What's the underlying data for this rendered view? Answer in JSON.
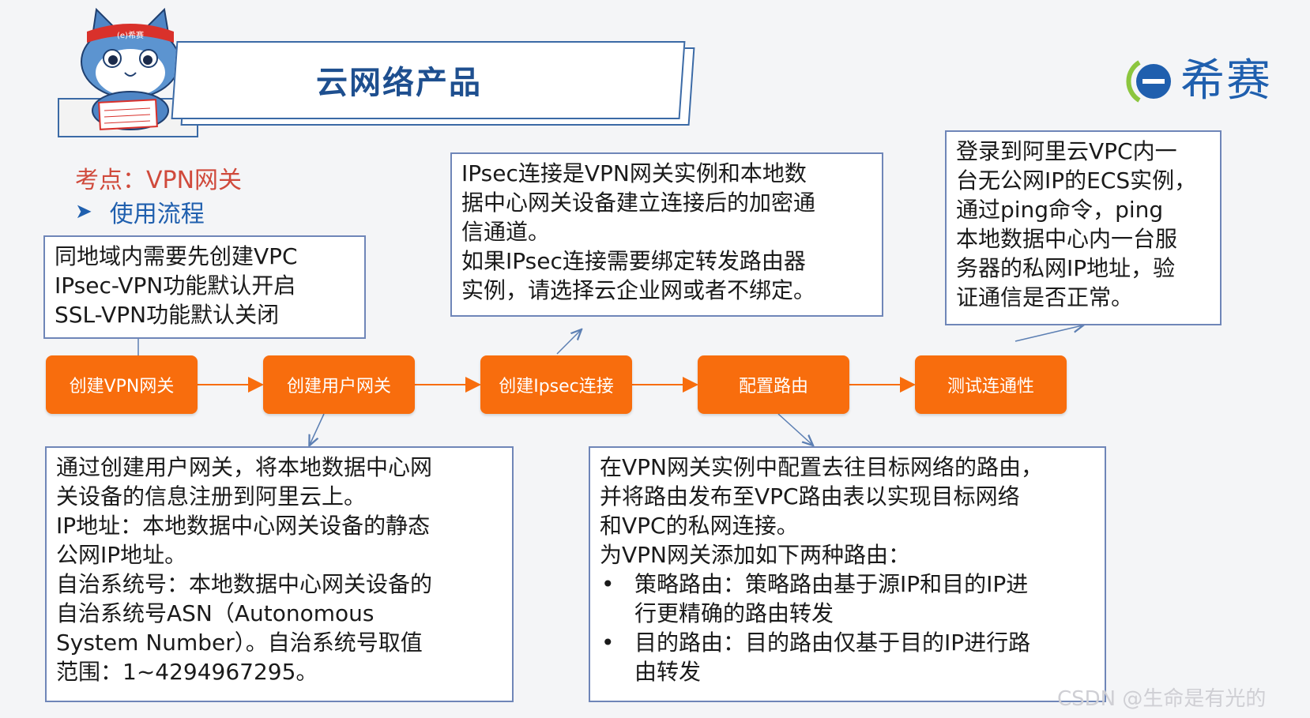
{
  "title": "云网络产品",
  "logo": {
    "text": "希赛"
  },
  "mascot": {
    "headband_text": "(e)希赛"
  },
  "topic": {
    "kaodian": "考点：VPN网关",
    "usage_label": "使用流程"
  },
  "steps": [
    {
      "label": "创建VPN网关"
    },
    {
      "label": "创建用户网关"
    },
    {
      "label": "创建Ipsec连接"
    },
    {
      "label": "配置路由"
    },
    {
      "label": "测试连通性"
    }
  ],
  "notes": {
    "gateway": [
      "同地域内需要先创建VPC",
      "IPsec-VPN功能默认开启",
      "SSL-VPN功能默认关闭"
    ],
    "ipsec": [
      "IPsec连接是VPN网关实例和本地数",
      "据中心网关设备建立连接后的加密通",
      "信通道。",
      "如果IPsec连接需要绑定转发路由器",
      "实例，请选择云企业网或者不绑定。"
    ],
    "test": [
      "登录到阿里云VPC内一",
      "台无公网IP的ECS实例，",
      "通过ping命令，ping",
      "本地数据中心内一台服",
      "务器的私网IP地址，验",
      "证通信是否正常。"
    ],
    "user_gateway": [
      "通过创建用户网关，将本地数据中心网",
      "关设备的信息注册到阿里云上。",
      "IP地址：本地数据中心网关设备的静态",
      "公网IP地址。",
      "自治系统号：本地数据中心网关设备的",
      "自治系统号ASN（Autonomous",
      "System Number）。自治系统号取值",
      "范围：1~4294967295。"
    ],
    "route": {
      "lines": [
        "在VPN网关实例中配置去往目标网络的路由，",
        "并将路由发布至VPC路由表以实现目标网络",
        "和VPC的私网连接。",
        "为VPN网关添加如下两种路由："
      ],
      "bullets": [
        {
          "line1": "策略路由：策略路由基于源IP和目的IP进",
          "line2": "行更精确的路由转发"
        },
        {
          "line1": "目的路由：目的路由仅基于目的IP进行路",
          "line2": "由转发"
        }
      ]
    }
  },
  "watermark": "CSDN @生命是有光的",
  "colors": {
    "step_bg": "#f86d0d",
    "title": "#1e4f8f",
    "kaodian": "#d04a3c",
    "accent_blue": "#1f5fae",
    "border": "#6f86b8"
  }
}
